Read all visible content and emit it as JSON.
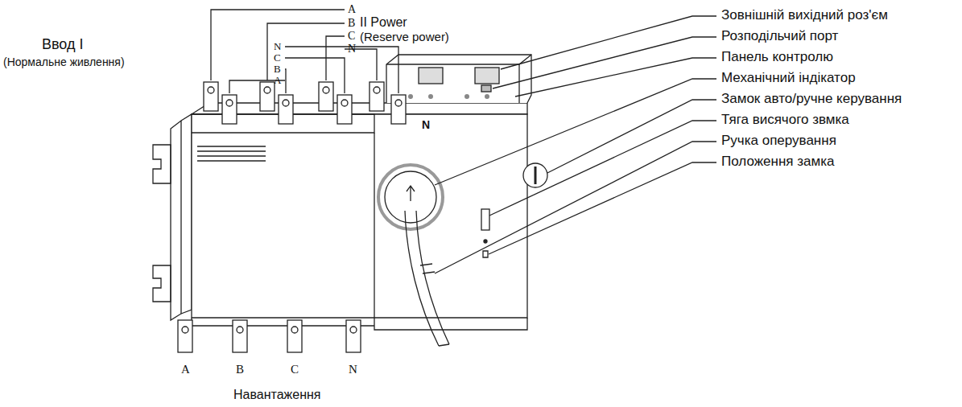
{
  "diagram": {
    "labels": [
      "A",
      "B",
      "C",
      "N",
      "II Power",
      "(Reserve power)",
      "N",
      "C",
      "B",
      "A",
      "Ввод I",
      "(Нормальне живлення)",
      "Зовнішній вихідний роз'єм",
      "Розподільчий порт",
      "Панель контролю",
      "Механічний індікатор",
      "Замок авто/ручне керування",
      "Тяга висячого звмка",
      "Ручка оперування",
      "Положення замка",
      "A",
      "B",
      "C",
      "N",
      "Навантаження",
      "N"
    ]
  }
}
